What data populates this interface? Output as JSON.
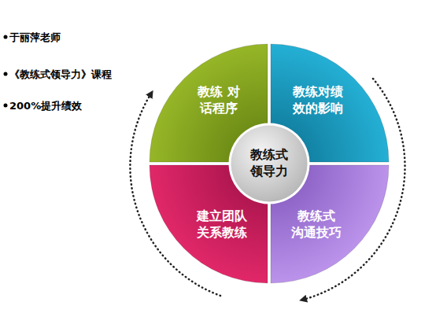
{
  "diagram": {
    "nodes": [
      {
        "text": [
          "教练 对话程序"
        ]
      },
      {
        "text": [
          "教练对绩 效的影响"
        ]
      },
      {
        "text": [
          "建立团队 关系教练"
        ]
      },
      {
        "text": [
          "教练式 沟通技巧"
        ]
      },
      {
        "text": [
          "教练式 领导力"
        ]
      }
    ],
    "labels": [
      "于丽萍老师",
      "《教练式领导力》课程",
      "200%提升绩效"
    ]
  }
}
